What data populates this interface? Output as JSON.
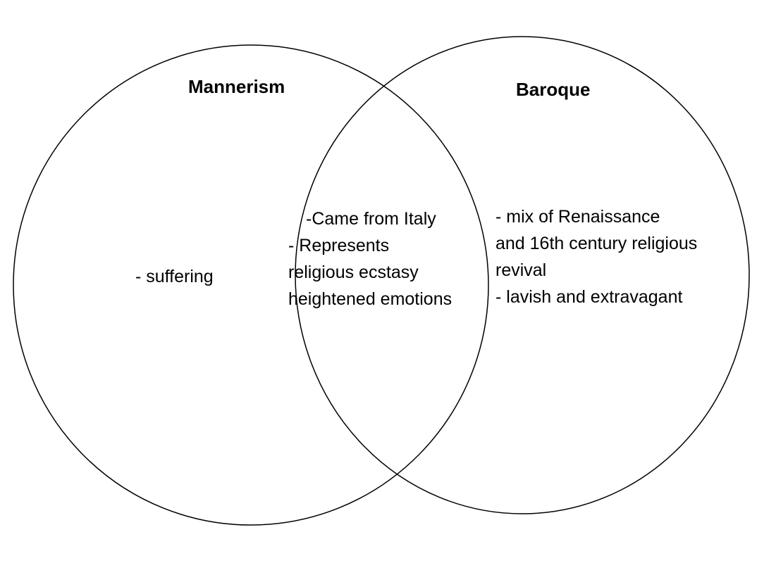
{
  "diagram": {
    "type": "venn",
    "left_set": {
      "title": "Mannerism",
      "items": [
        "- suffering"
      ]
    },
    "right_set": {
      "title": "Baroque",
      "lines": [
        "- mix of  Renaissance",
        "and 16th century religious",
        "revival",
        "- lavish and extravagant"
      ]
    },
    "overlap": {
      "lines": [
        "-Came from Italy",
        "- Represents",
        "religious ecstasy",
        "heightened emotions"
      ]
    }
  }
}
